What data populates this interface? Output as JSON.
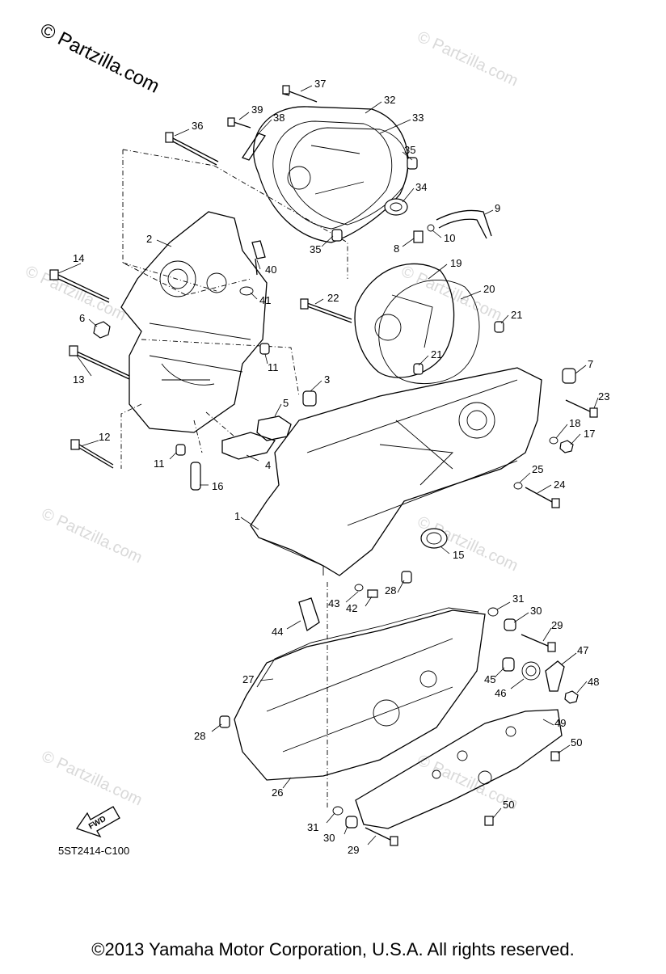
{
  "watermark": {
    "main": "© Partzilla.com",
    "faint": "© Partzilla.com"
  },
  "diagram_code": "5ST2414-C100",
  "fwd_label": "FWD",
  "copyright": "©2013  Yamaha Motor Corporation, U.S.A. All rights reserved.",
  "callouts": [
    {
      "id": "c37",
      "text": "37"
    },
    {
      "id": "c32",
      "text": "32"
    },
    {
      "id": "c39",
      "text": "39"
    },
    {
      "id": "c38",
      "text": "38"
    },
    {
      "id": "c33",
      "text": "33"
    },
    {
      "id": "c36",
      "text": "36"
    },
    {
      "id": "c35a",
      "text": "35"
    },
    {
      "id": "c34",
      "text": "34"
    },
    {
      "id": "c9",
      "text": "9"
    },
    {
      "id": "c2",
      "text": "2"
    },
    {
      "id": "c8",
      "text": "8"
    },
    {
      "id": "c10",
      "text": "10"
    },
    {
      "id": "c35b",
      "text": "35"
    },
    {
      "id": "c40",
      "text": "40"
    },
    {
      "id": "c14",
      "text": "14"
    },
    {
      "id": "c19",
      "text": "19"
    },
    {
      "id": "c20",
      "text": "20"
    },
    {
      "id": "c41",
      "text": "41"
    },
    {
      "id": "c22",
      "text": "22"
    },
    {
      "id": "c6",
      "text": "6"
    },
    {
      "id": "c21a",
      "text": "21"
    },
    {
      "id": "c11a",
      "text": "11"
    },
    {
      "id": "c21b",
      "text": "21"
    },
    {
      "id": "c13",
      "text": "13"
    },
    {
      "id": "c7",
      "text": "7"
    },
    {
      "id": "c3",
      "text": "3"
    },
    {
      "id": "c23",
      "text": "23"
    },
    {
      "id": "c5",
      "text": "5"
    },
    {
      "id": "c18",
      "text": "18"
    },
    {
      "id": "c12",
      "text": "12"
    },
    {
      "id": "c17",
      "text": "17"
    },
    {
      "id": "c11b",
      "text": "11"
    },
    {
      "id": "c4",
      "text": "4"
    },
    {
      "id": "c25",
      "text": "25"
    },
    {
      "id": "c16",
      "text": "16"
    },
    {
      "id": "c24",
      "text": "24"
    },
    {
      "id": "c1",
      "text": "1"
    },
    {
      "id": "c15",
      "text": "15"
    },
    {
      "id": "c28a",
      "text": "28"
    },
    {
      "id": "c43",
      "text": "43"
    },
    {
      "id": "c42",
      "text": "42"
    },
    {
      "id": "c31a",
      "text": "31"
    },
    {
      "id": "c30a",
      "text": "30"
    },
    {
      "id": "c44",
      "text": "44"
    },
    {
      "id": "c29a",
      "text": "29"
    },
    {
      "id": "c47",
      "text": "47"
    },
    {
      "id": "c27",
      "text": "27"
    },
    {
      "id": "c45",
      "text": "45"
    },
    {
      "id": "c48",
      "text": "48"
    },
    {
      "id": "c46",
      "text": "46"
    },
    {
      "id": "c49",
      "text": "49"
    },
    {
      "id": "c28b",
      "text": "28"
    },
    {
      "id": "c50a",
      "text": "50"
    },
    {
      "id": "c26",
      "text": "26"
    },
    {
      "id": "c50b",
      "text": "50"
    },
    {
      "id": "c31b",
      "text": "31"
    },
    {
      "id": "c30b",
      "text": "30"
    },
    {
      "id": "c29b",
      "text": "29"
    }
  ]
}
